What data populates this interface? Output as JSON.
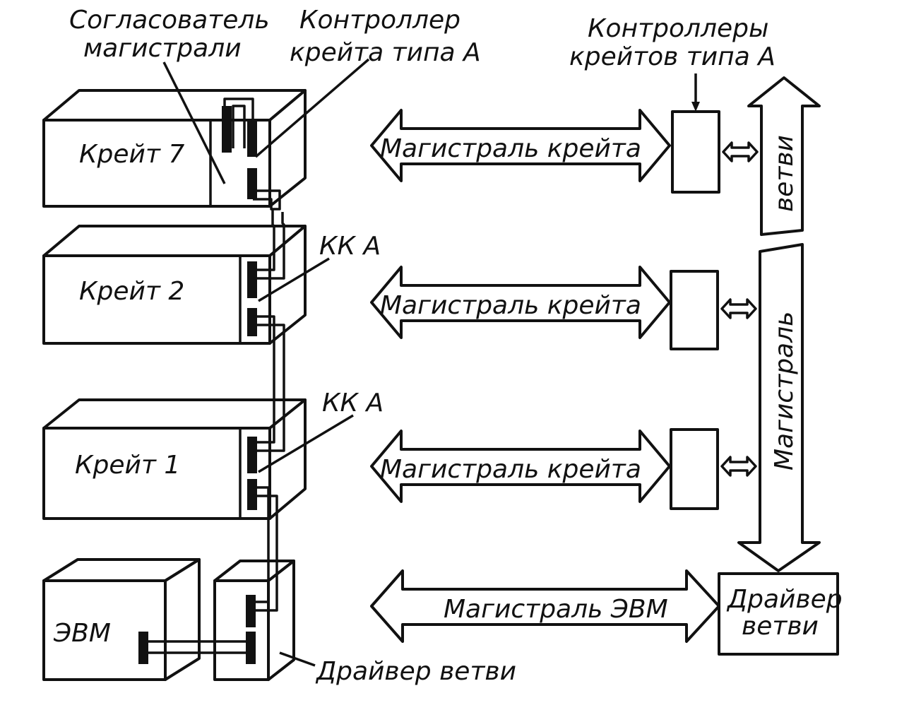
{
  "callouts": {
    "bus_matcher": [
      "Согласователь",
      "магистрали"
    ],
    "crate_controller_a": [
      "Контроллер",
      "крейта типа А"
    ],
    "crate_controllers_a": [
      "Контроллеры",
      "крейтов типа А"
    ],
    "kk_a_upper": "КК А",
    "kk_a_lower": "КК А",
    "branch_driver": "Драйвер ветви"
  },
  "crates": [
    {
      "id": "crate-7",
      "label": "Крейт 7"
    },
    {
      "id": "crate-2",
      "label": "Крейт 2"
    },
    {
      "id": "crate-1",
      "label": "Крейт 1"
    }
  ],
  "computer": {
    "label": "ЭВМ"
  },
  "buses": {
    "crate_bus_1": "Магистраль крейта",
    "crate_bus_2": "Магистраль крейта",
    "crate_bus_3": "Магистраль крейта",
    "computer_bus": "Магистраль ЭВМ"
  },
  "branch_bus": {
    "part_top": "ветви",
    "part_bottom": "Магистраль"
  },
  "branch_driver_box": [
    "Драйвер",
    "ветви"
  ]
}
